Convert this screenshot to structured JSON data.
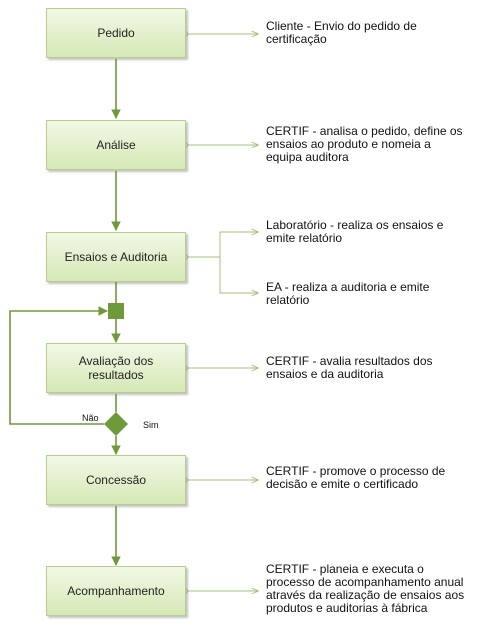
{
  "steps": {
    "pedido": "Pedido",
    "analise": "Análise",
    "ensaios": "Ensaios e Auditoria",
    "avaliacao": "Avaliação dos resultados",
    "concessao": "Concessão",
    "acompanhamento": "Acompanhamento"
  },
  "notes": {
    "pedido": "Cliente - Envio do pedido de certificação",
    "analise": "CERTIF - analisa o pedido, define os ensaios ao produto e nomeia a equipa auditora",
    "laboratorio": "Laboratório - realiza os ensaios e emite relatório",
    "ea": "EA - realiza a auditoria e emite relatório",
    "avaliacao": "CERTIF - avalia resultados dos ensaios e da auditoria",
    "concessao": "CERTIF - promove o processo de decisão e emite o certificado",
    "acompanhamento": "CERTIF - planeia e executa o processo de acompanhamento anual através da realização de ensaios aos produtos e auditorias à fábrica"
  },
  "decision": {
    "no": "Não",
    "yes": "Sim"
  },
  "colors": {
    "flow": "#6f9a3a",
    "connector": "#a9c27a",
    "box_border": "#b6cf8e"
  }
}
